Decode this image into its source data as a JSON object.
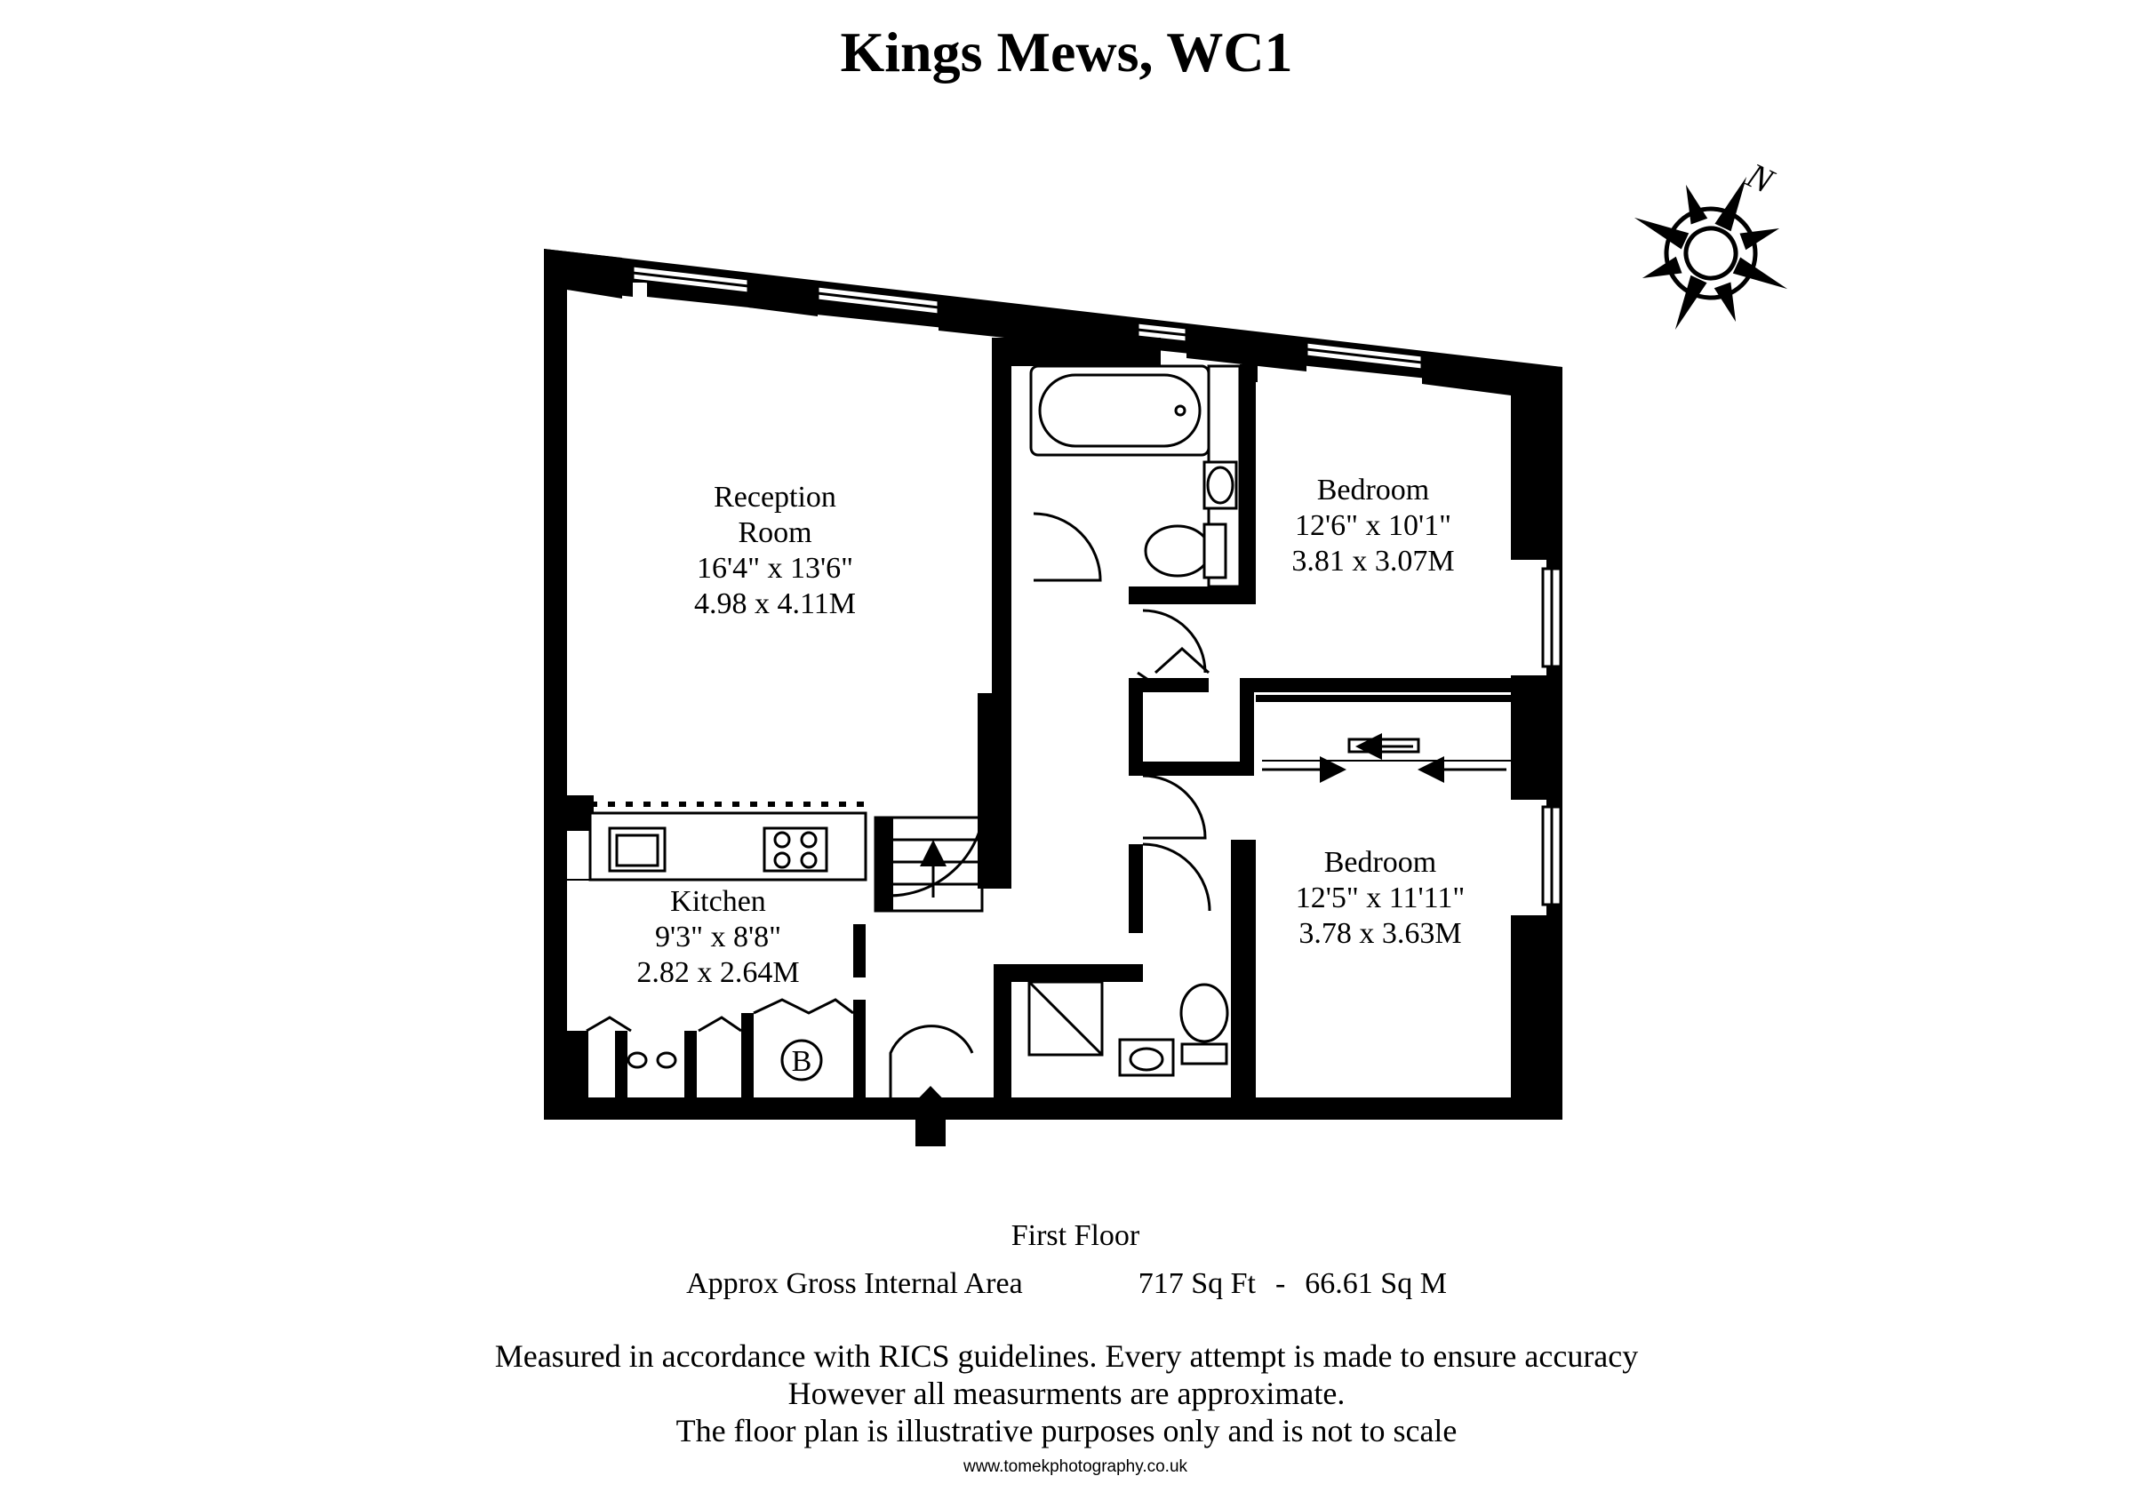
{
  "title": "Kings Mews, WC1",
  "compass": {
    "label": "N"
  },
  "rooms": [
    {
      "id": "reception",
      "lines": [
        "Reception",
        "Room",
        "16'4\" x 13'6\"",
        "4.98 x 4.11M"
      ]
    },
    {
      "id": "bedroom-1",
      "lines": [
        "Bedroom",
        "12'6\" x 10'1\"",
        "3.81 x 3.07M"
      ]
    },
    {
      "id": "bedroom-2",
      "lines": [
        "Bedroom",
        "12'5\" x 11'11\"",
        "3.78 x 3.63M"
      ]
    },
    {
      "id": "kitchen",
      "lines": [
        "Kitchen",
        "9'3\" x 8'8\"",
        "2.82 x 2.64M"
      ]
    }
  ],
  "boiler_label": "B",
  "floor_name": "First Floor",
  "area": {
    "label": "Approx Gross Internal Area",
    "sqft": "717 Sq Ft",
    "separator": "-",
    "sqm": "66.61 Sq M"
  },
  "disclaimer": [
    "Measured in accordance with RICS guidelines. Every attempt is made to ensure accuracy",
    "However all measurments are approximate.",
    "The floor plan is illustrative purposes only and is not to scale"
  ],
  "website": "www.tomekphotography.co.uk"
}
